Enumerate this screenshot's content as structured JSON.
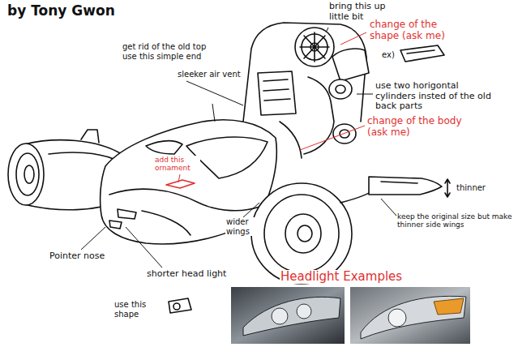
{
  "diagram": {
    "labels": [
      "by Tony Gwon",
      "bring this up little bit",
      "get rid of the old top use this simple end",
      "sleeker air vent",
      "change of the shape (ask me)",
      "ex)",
      "use two horigontal cylinders insted of the old back parts",
      "change of the body (ask me)",
      "add this ornament",
      "thinner",
      "keep the original size but make thinner side wings",
      "wider wings",
      "Pointer nose",
      "shorter head light",
      "use this shape",
      "Headlight Examples"
    ]
  }
}
